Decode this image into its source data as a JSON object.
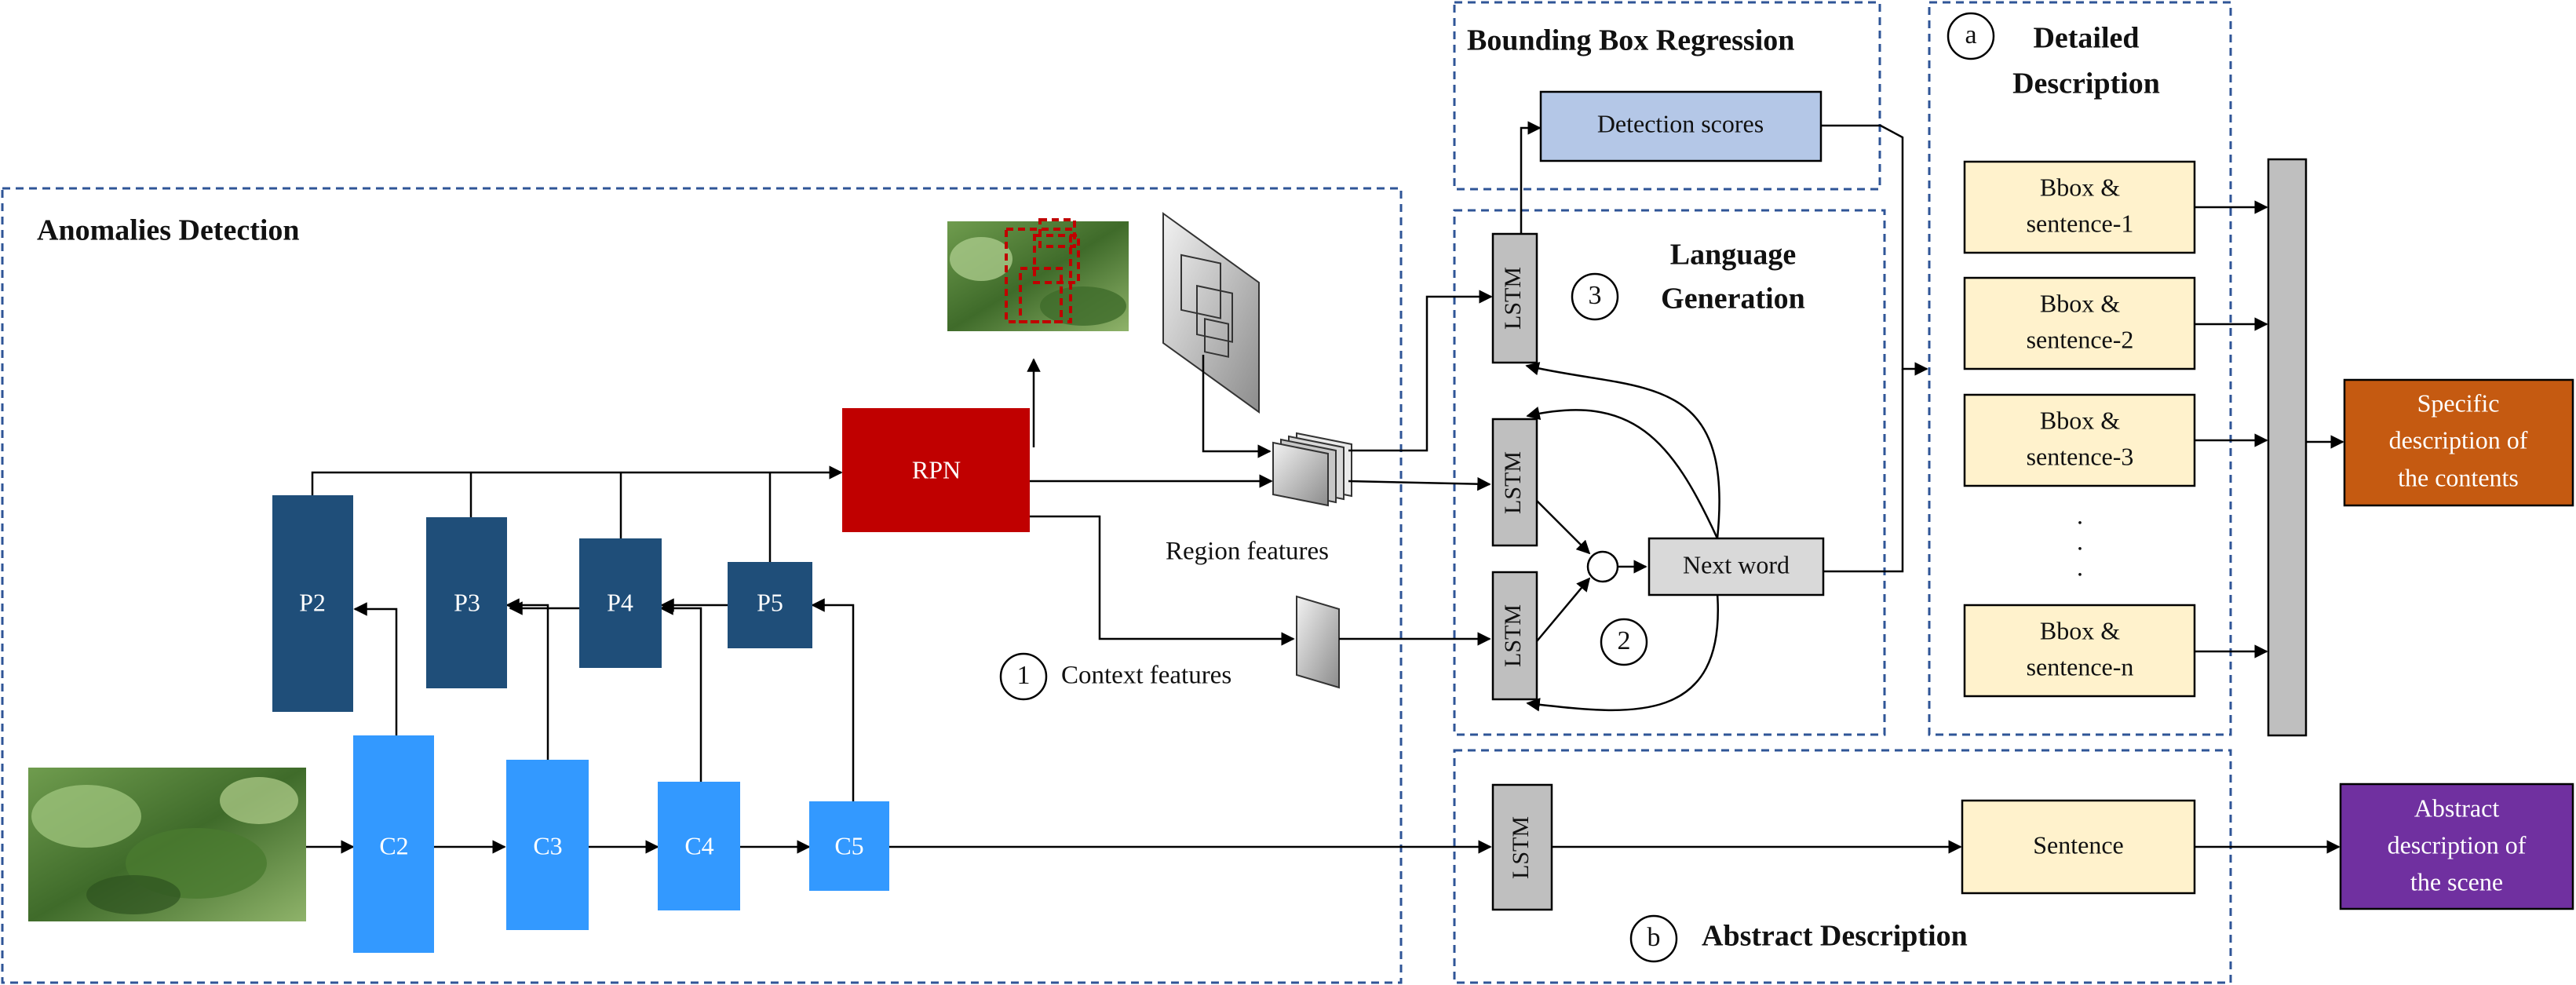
{
  "sections": {
    "anomalies_detection": "Anomalies Detection",
    "bounding_box_regression": "Bounding Box Regression",
    "language_generation": [
      "Language",
      "Generation"
    ],
    "detailed_description": [
      "Detailed",
      "Description"
    ],
    "abstract_description": "Abstract Description"
  },
  "markers": {
    "a": "a",
    "b": "b",
    "one": "1",
    "two": "2",
    "three": "3"
  },
  "backbone": {
    "c_nodes": [
      "C2",
      "C3",
      "C4",
      "C5"
    ],
    "p_nodes": [
      "P2",
      "P3",
      "P4",
      "P5"
    ]
  },
  "rpn": "RPN",
  "region_features": "Region features",
  "context_features": "Context features",
  "detection_scores": "Detection scores",
  "lstm": "LSTM",
  "next_word": "Next word",
  "bbox_sentences": [
    [
      "Bbox &",
      "sentence-1"
    ],
    [
      "Bbox &",
      "sentence-2"
    ],
    [
      "Bbox &",
      "sentence-3"
    ],
    [
      "Bbox &",
      "sentence-n"
    ]
  ],
  "ellipsis": [
    ".",
    ".",
    "."
  ],
  "sentence": "Sentence",
  "outputs": {
    "specific": [
      "Specific",
      "description of",
      "the contents"
    ],
    "abstract": [
      "Abstract",
      "description of",
      "the scene"
    ]
  },
  "colors": {
    "dashed_border": "#2f5597",
    "c_node": "#3399ff",
    "p_node": "#1f4e79",
    "rpn": "#c00000",
    "detection_scores": "#b4c7e7",
    "bbox_fill": "#fff2cc",
    "lstm_fill": "#bfbfbf",
    "specific_output": "#c55a11",
    "abstract_output": "#7030a0"
  },
  "icons": {
    "leaf_photo": "leaf-photo-icon",
    "detected_photo": "detected-leaf-photo-icon",
    "proposal_stack": "proposal-stack-icon",
    "feature_stack": "feature-stack-icon",
    "context_feature": "context-feature-icon"
  }
}
